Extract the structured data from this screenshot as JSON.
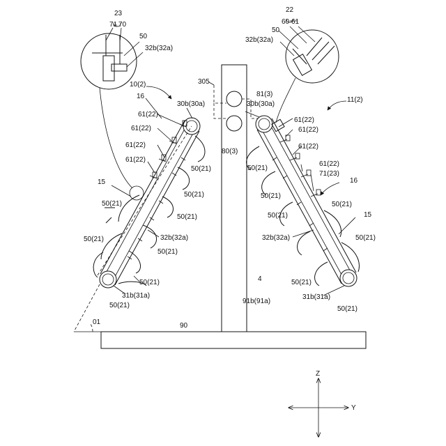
{
  "labels": {
    "l23": "23",
    "l71": "71",
    "l70": "70",
    "l50_tl": "50",
    "l32b_tl": "32b(32a)",
    "l22": "22",
    "l60": "60",
    "l61": "61",
    "l50_tr": "50",
    "l32b_tr": "32b(32a)",
    "l10": "10(2)",
    "l305": "305",
    "l81": "81(3)",
    "l80": "80(3)",
    "l11": "11(2)",
    "l16_left": "16",
    "l30b_left": "30b(30a)",
    "l30b_right": "30b(30a)",
    "l61_l1": "61(22)",
    "l61_l2": "61(22)",
    "l61_l3": "61(22)",
    "l61_l4": "61(22)",
    "l50_21_l1": "50(21)",
    "l50_21_l2": "50(21)",
    "l50_21_l3": "50(21)",
    "l50_21_l4": "50(21)",
    "l50_21_l5": "50(21)",
    "l50_21_l6": "50(21)",
    "l50_21_l7": "50(21)",
    "l50_21_l8": "50(21)",
    "l15_left": "15",
    "l32b_left": "32b(32a)",
    "l31b_left": "31b(31a)",
    "l01": "01",
    "l90": "90",
    "l4": "4",
    "l91b": "91b(91a)",
    "l61_r1": "61(22)",
    "l61_r2": "61(22)",
    "l61_r3": "61(22)",
    "l61_r4": "61(22)",
    "l71_r": "71(23)",
    "l16_right": "16",
    "l15_right": "15",
    "l50_21_r1": "50(21)",
    "l50_21_r2": "50(21)",
    "l50_21_r3": "50(21)",
    "l50_21_r4": "50(21)",
    "l50_21_r5": "50(21)",
    "l50_21_r6": "50(21)",
    "l50_21_r7": "50(21)",
    "l32b_right": "32b(32a)",
    "l31b_right": "31b(31a)",
    "axis_z": "Z",
    "axis_y": "Y"
  }
}
